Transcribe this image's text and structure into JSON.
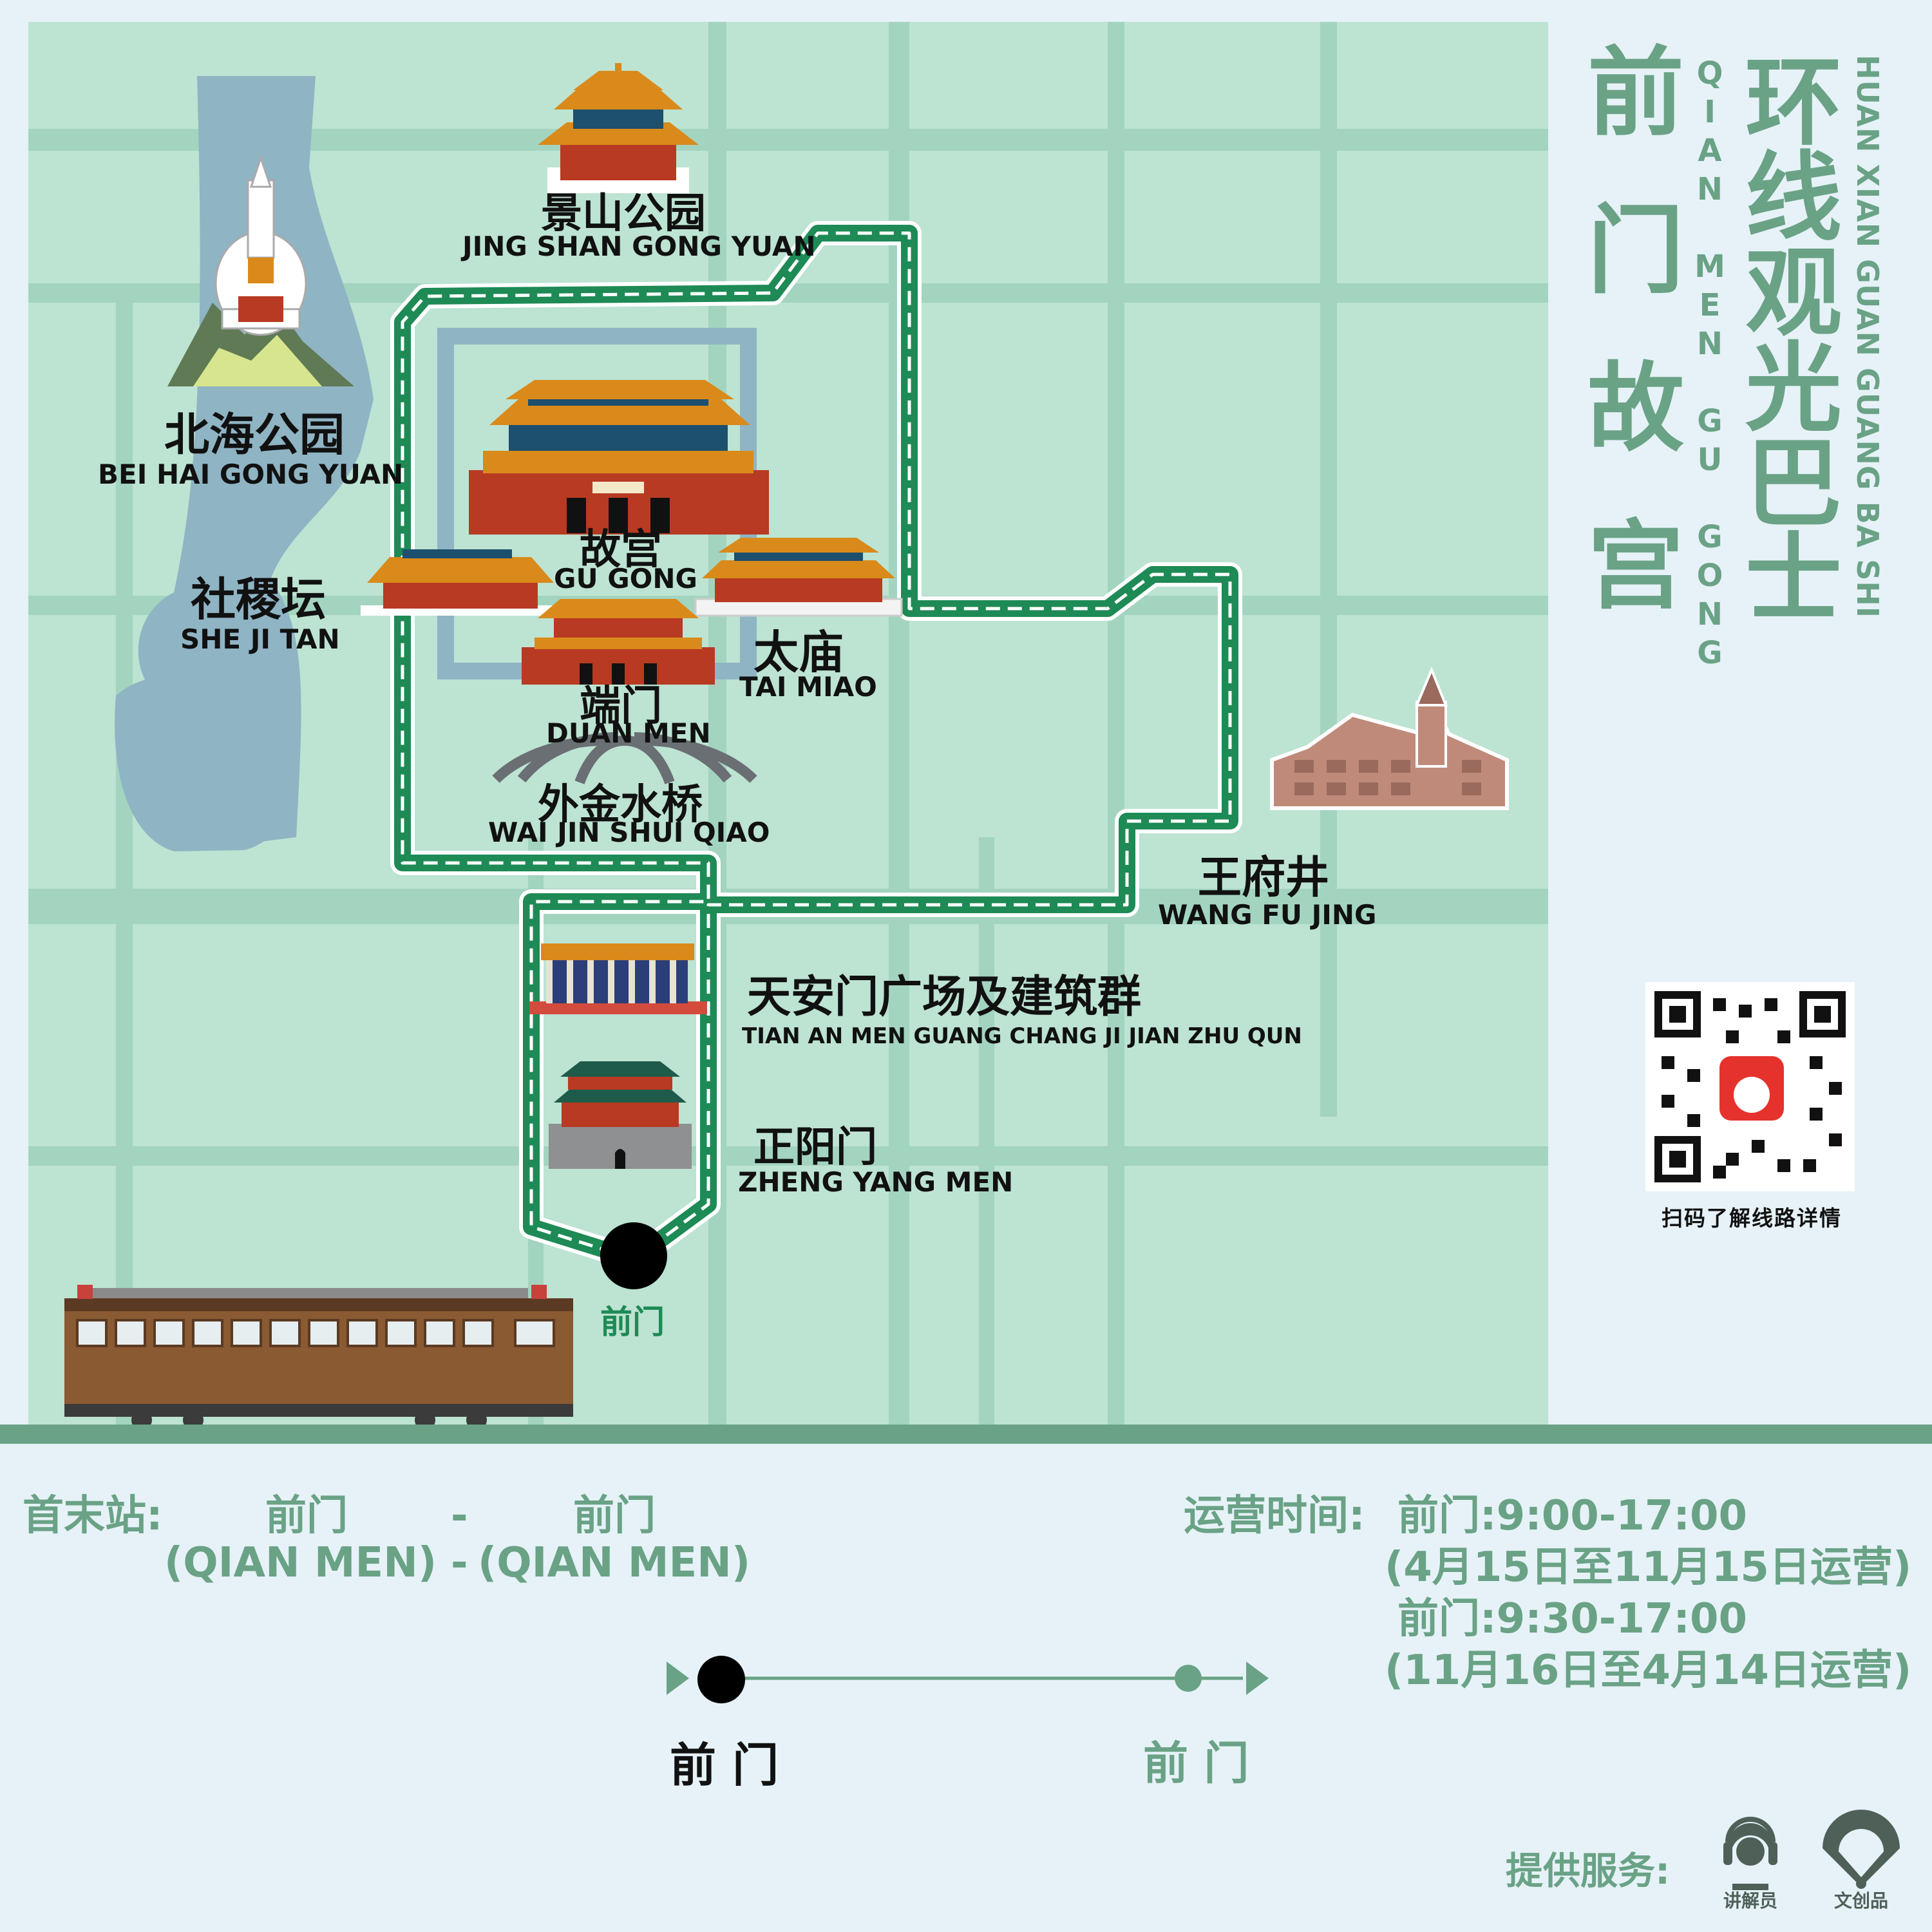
{
  "title": {
    "station_title": [
      "前",
      "门",
      "故",
      "宫"
    ],
    "station_pinyin": "QIAN MEN GU GONG",
    "line_title": [
      "环",
      "线",
      "观",
      "光",
      "巴",
      "士"
    ],
    "line_pinyin": "HUAN XIAN GUAN GUANG BA SHI"
  },
  "landmarks": {
    "jingshan": {
      "cn": "景山公园",
      "en": "JING SHAN GONG YUAN"
    },
    "beihai": {
      "cn": "北海公园",
      "en": "BEI HAI GONG YUAN"
    },
    "gugong": {
      "cn": "故宫",
      "en": "GU GONG"
    },
    "shejitan": {
      "cn": "社稷坛",
      "en": "SHE JI TAN"
    },
    "taimiao": {
      "cn": "太庙",
      "en": "TAI MIAO"
    },
    "duanmen": {
      "cn": "端门",
      "en": "DUAN MEN"
    },
    "waijinshuiqiao": {
      "cn": "外金水桥",
      "en": "WAI JIN SHUI QIAO"
    },
    "wangfujing": {
      "cn": "王府井",
      "en": "WANG FU JING"
    },
    "tiananmen": {
      "cn": "天安门广场及建筑群",
      "en": "TIAN AN MEN GUANG CHANG JI JIAN ZHU QUN"
    },
    "zhengyangmen": {
      "cn": "正阳门",
      "en": "ZHENG YANG MEN"
    },
    "qianmen_stop": {
      "cn": "前门"
    }
  },
  "qr": {
    "caption": "扫码了解线路详情"
  },
  "info": {
    "terminal_label": "首末站:",
    "start_cn": "前门",
    "dash": "-",
    "end_cn": "前门",
    "start_en": "(QIAN MEN)",
    "end_en": "(QIAN MEN)",
    "hours_label": "运营时间:",
    "hours_1": "前门:9:00-17:00",
    "season_1": "(4月15日至11月15日运营)",
    "hours_2": "前门:9:30-17:00",
    "season_2": "(11月16日至4月14日运营)"
  },
  "route_diagram": {
    "from": "前 门",
    "to": "前 门"
  },
  "services": {
    "label": "提供服务:",
    "items": [
      {
        "icon": "headset-guide-icon",
        "label": "讲解员"
      },
      {
        "icon": "folding-fan-icon",
        "label": "文创品"
      }
    ]
  },
  "colors": {
    "route": "#1e8a55",
    "map_bg": "#bde3d2",
    "road": "#a3d4c0",
    "water": "#8fb4c4",
    "accent": "#6aa286",
    "page_bg": "#e6f2f7"
  }
}
